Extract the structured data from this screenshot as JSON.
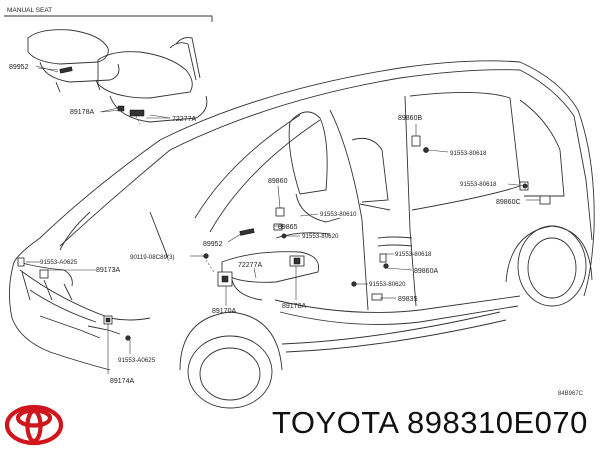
{
  "brand": {
    "name": "TOYOTA",
    "part_number": "898310E070",
    "logo_color": "#d0151c"
  },
  "diagram": {
    "inset_header": "MANUAL SEAT",
    "ref_code": "84B967C",
    "labels": {
      "l89952_top": "89952",
      "l89178a_top": "89178A",
      "l72277a_top": "72277A",
      "l89860b": "89860B",
      "l91553_80618_a": "91553-80618",
      "l91553_80618_b": "91553-80618",
      "l89860c": "89860C",
      "l89860": "89860",
      "l91553_80610": "91553-80610",
      "l89865": "89865",
      "l91553_80620_a": "91553-80620",
      "l89952": "89952",
      "l90119": "90119-08C89(3)",
      "l91553_a0625_a": "91553-A0625",
      "l89173a": "89173A",
      "l72277a": "72277A",
      "l91553_80618_c": "91553-80618",
      "l89860a": "89860A",
      "l91553_80620_b": "91553-80620",
      "l89835": "89835",
      "l89178a": "89178A",
      "l89170a": "89170A",
      "l91553_a0625_b": "91553-A0625",
      "l89174a": "89174A"
    }
  }
}
